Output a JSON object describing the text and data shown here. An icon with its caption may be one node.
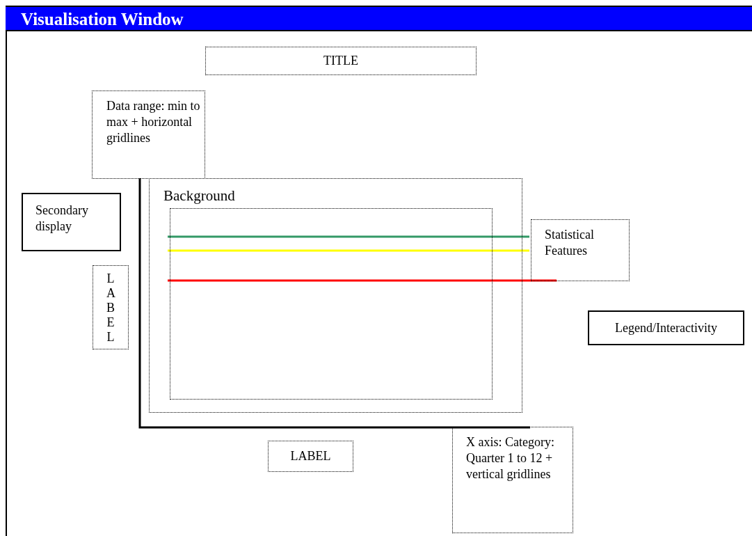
{
  "diagram": {
    "nodes": [
      {
        "text": [
          "Visualisation Window"
        ]
      },
      {
        "text": [
          "TITLE"
        ],
        "in": 0
      },
      {
        "text": [
          "Data range: min to max + horizontal gridlines"
        ],
        "in": 0
      },
      {
        "text": [
          "Secondary display"
        ],
        "in": 0
      },
      {
        "text": [
          "Background"
        ],
        "in": 0
      },
      {
        "text": [],
        "shape": "box",
        "in": 4
      },
      {
        "text": [
          "Statistical Features"
        ],
        "in": 0
      },
      {
        "text": [
          "LABEL"
        ],
        "in": 0
      },
      {
        "text": [
          "Legend/Interactivity"
        ],
        "in": 0
      },
      {
        "text": [
          "LABEL"
        ],
        "in": 0
      },
      {
        "text": [
          "X axis: Category: Quarter 1 to 12 + vertical gridlines"
        ],
        "in": 0
      }
    ],
    "edges": [
      {
        "from": 5,
        "to": 6,
        "arrow": "none",
        "color": "#339966"
      },
      {
        "from": 5,
        "to": 6,
        "arrow": "none",
        "color": "#ffff00"
      },
      {
        "from": 5,
        "to": 6,
        "arrow": "none",
        "color": "#ff0000"
      }
    ]
  }
}
